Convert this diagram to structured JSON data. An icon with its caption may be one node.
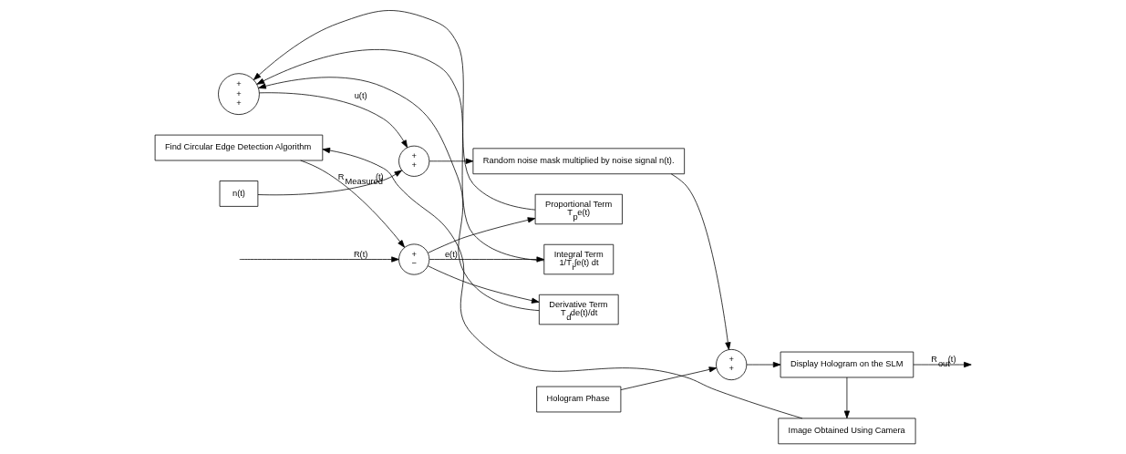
{
  "diagram": {
    "nodes": [
      {
        "text": [
          "+",
          "−"
        ]
      },
      {
        "text": [
          "Proportional Term",
          "T$_{p}$e(t)"
        ]
      },
      {
        "text": [
          "Integral Term",
          "1/T$_{i}$∫e(t) dt"
        ]
      },
      {
        "text": [
          "Derivative Term",
          "T$_{d}$de(t)/dt"
        ]
      },
      {
        "text": [
          "+",
          "+",
          "+"
        ]
      },
      {
        "text": [
          "n(t)"
        ]
      },
      {
        "text": [
          "+",
          "+"
        ]
      },
      {
        "text": [
          "Random noise mask multiplied by noise signal n(t)."
        ]
      },
      {
        "text": [
          "Hologram Phase"
        ]
      },
      {
        "text": [
          "+",
          "+"
        ]
      },
      {
        "text": [
          "Display Hologram on the SLM"
        ]
      },
      {
        "text": [
          "Image Obtained Using Camera"
        ]
      },
      {
        "text": [
          "Find Circular Edge Detection Algorithm"
        ]
      }
    ],
    "edges": [
      {
        "from": null,
        "to": 0,
        "arrow": "to",
        "label": "R(t)"
      },
      {
        "from": 0,
        "to": 1,
        "arrow": "to"
      },
      {
        "from": 0,
        "to": 2,
        "arrow": "to",
        "label": "e(t)"
      },
      {
        "from": 0,
        "to": 3,
        "arrow": "to"
      },
      {
        "from": 1,
        "to": 4,
        "arrow": "to"
      },
      {
        "from": 2,
        "to": 4,
        "arrow": "to"
      },
      {
        "from": 3,
        "to": 4,
        "arrow": "to"
      },
      {
        "from": 4,
        "to": 6,
        "arrow": "to",
        "label": "u(t)"
      },
      {
        "from": 5,
        "to": 6,
        "arrow": "to"
      },
      {
        "from": 6,
        "to": 7,
        "arrow": "to"
      },
      {
        "from": 7,
        "to": 9,
        "arrow": "to"
      },
      {
        "from": 8,
        "to": 9,
        "arrow": "to"
      },
      {
        "from": 9,
        "to": 10,
        "arrow": "to"
      },
      {
        "from": 10,
        "to": null,
        "arrow": "to",
        "label": "R$_{out}$(t)"
      },
      {
        "from": 10,
        "to": 11,
        "arrow": "to"
      },
      {
        "from": 11,
        "to": 12,
        "arrow": "to"
      },
      {
        "from": 12,
        "to": 0,
        "arrow": "to",
        "label": "R$_{Measured}$(t)"
      }
    ]
  }
}
